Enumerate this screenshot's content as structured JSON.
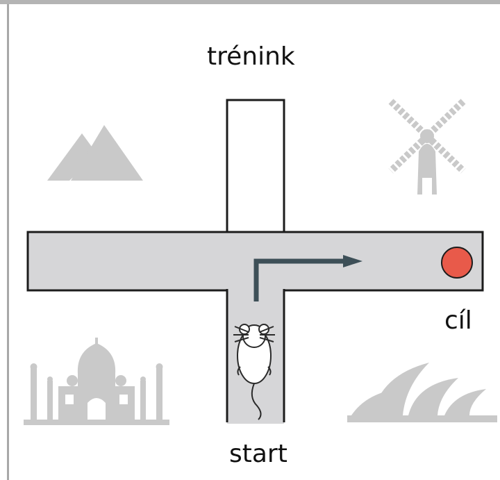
{
  "labels": {
    "training": "trénink",
    "goal": "cíl",
    "start": "start"
  },
  "landmarks": [
    "mountain-icon",
    "windmill-icon",
    "taj-mahal-icon",
    "opera-house-icon"
  ],
  "colors": {
    "corridor_fill": "#d6d6d8",
    "corridor_stroke": "#1c1c1c",
    "arrow": "#3d4f57",
    "goal_dot": "#e85a4a",
    "landmark": "#c9c9c9",
    "frame": "#b4b4b4"
  }
}
